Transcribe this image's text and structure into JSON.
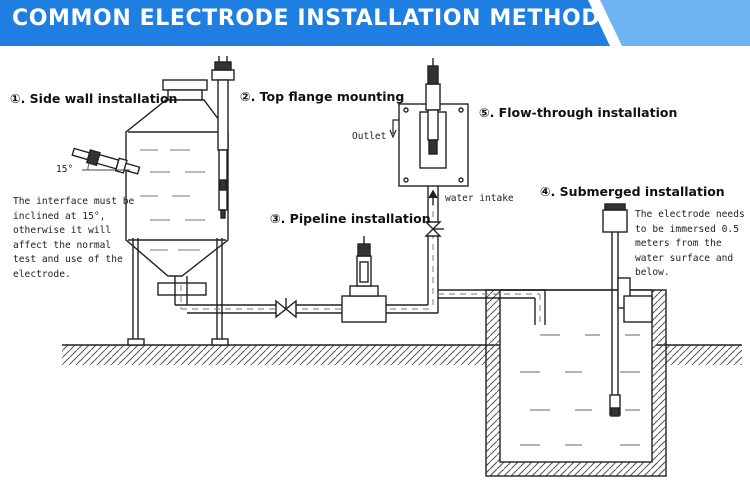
{
  "banner": {
    "title": "COMMON ELECTRODE INSTALLATION METHOD",
    "color": "#1e7fe0",
    "accent": "#6fb3f2"
  },
  "labels": {
    "side_wall": "①. Side wall installation",
    "top_flange": "②. Top flange mounting",
    "pipeline": "③. Pipeline installation",
    "submerged": "④. Submerged installation",
    "flow_through": "⑤. Flow-through installation"
  },
  "notes": {
    "interface": "The interface must be\ninclined at 15°,\notherwise it will\naffect the normal\ntest and use of the\nelectrode.",
    "immersion": "The electrode needs\nto be immersed 0.5\nmeters from the\nwater surface and\nbelow."
  },
  "annotations": {
    "angle": "15°",
    "outlet": "Outlet",
    "water_intake": "water intake"
  },
  "icons": [
    "gate-valve-icon",
    "electrode-icon",
    "flow-arrow-icon"
  ]
}
